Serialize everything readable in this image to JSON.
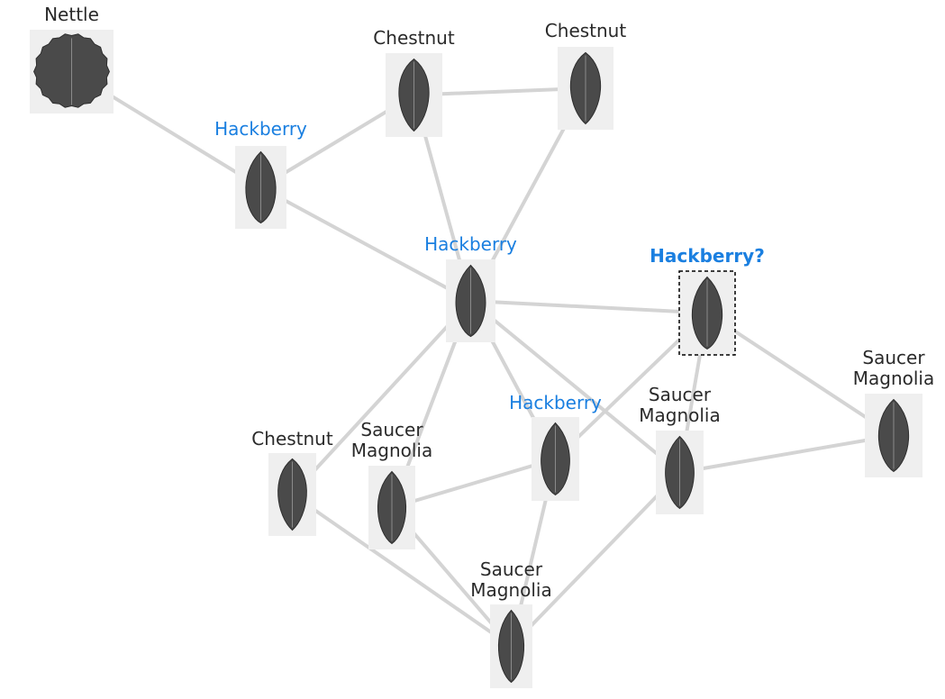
{
  "colors": {
    "edge": "#d4d4d4",
    "text": "#2a2a2a",
    "labeled": "#1a7fe0",
    "thumbnail_bg": "#efefef",
    "leaf": "#4a4a4a"
  },
  "nodes": [
    {
      "id": "n1",
      "label": [
        "Nettle"
      ],
      "style": "plain",
      "leaf": "nettle-leaf"
    },
    {
      "id": "n2",
      "label": [
        "Hackberry"
      ],
      "style": "known",
      "leaf": "hackberry-leaf"
    },
    {
      "id": "n3",
      "label": [
        "Chestnut"
      ],
      "style": "plain",
      "leaf": "chestnut-leaf"
    },
    {
      "id": "n4",
      "label": [
        "Chestnut"
      ],
      "style": "plain",
      "leaf": "chestnut-leaf"
    },
    {
      "id": "n5",
      "label": [
        "Hackberry"
      ],
      "style": "known",
      "leaf": "hackberry-leaf"
    },
    {
      "id": "n6",
      "label": [
        "Hackberry?"
      ],
      "style": "query",
      "leaf": "hackberry-leaf"
    },
    {
      "id": "n7",
      "label": [
        "Saucer",
        "Magnolia"
      ],
      "style": "plain",
      "leaf": "magnolia-leaf"
    },
    {
      "id": "n8",
      "label": [
        "Chestnut"
      ],
      "style": "plain",
      "leaf": "chestnut-leaf"
    },
    {
      "id": "n9",
      "label": [
        "Saucer",
        "Magnolia"
      ],
      "style": "plain",
      "leaf": "magnolia-leaf"
    },
    {
      "id": "n10",
      "label": [
        "Hackberry"
      ],
      "style": "known",
      "leaf": "hackberry-leaf"
    },
    {
      "id": "n11",
      "label": [
        "Saucer",
        "Magnolia"
      ],
      "style": "plain",
      "leaf": "magnolia-leaf"
    },
    {
      "id": "n12",
      "label": [
        "Saucer",
        "Magnolia"
      ],
      "style": "plain",
      "leaf": "magnolia-leaf"
    }
  ],
  "edges": [
    [
      "n1",
      "n2"
    ],
    [
      "n2",
      "n3"
    ],
    [
      "n2",
      "n5"
    ],
    [
      "n3",
      "n4"
    ],
    [
      "n3",
      "n5"
    ],
    [
      "n4",
      "n5"
    ],
    [
      "n5",
      "n6"
    ],
    [
      "n5",
      "n8"
    ],
    [
      "n5",
      "n9"
    ],
    [
      "n5",
      "n10"
    ],
    [
      "n5",
      "n11"
    ],
    [
      "n6",
      "n10"
    ],
    [
      "n6",
      "n11"
    ],
    [
      "n6",
      "n7"
    ],
    [
      "n7",
      "n11"
    ],
    [
      "n9",
      "n10"
    ],
    [
      "n10",
      "n12"
    ],
    [
      "n8",
      "n12"
    ],
    [
      "n9",
      "n12"
    ],
    [
      "n11",
      "n12"
    ]
  ]
}
